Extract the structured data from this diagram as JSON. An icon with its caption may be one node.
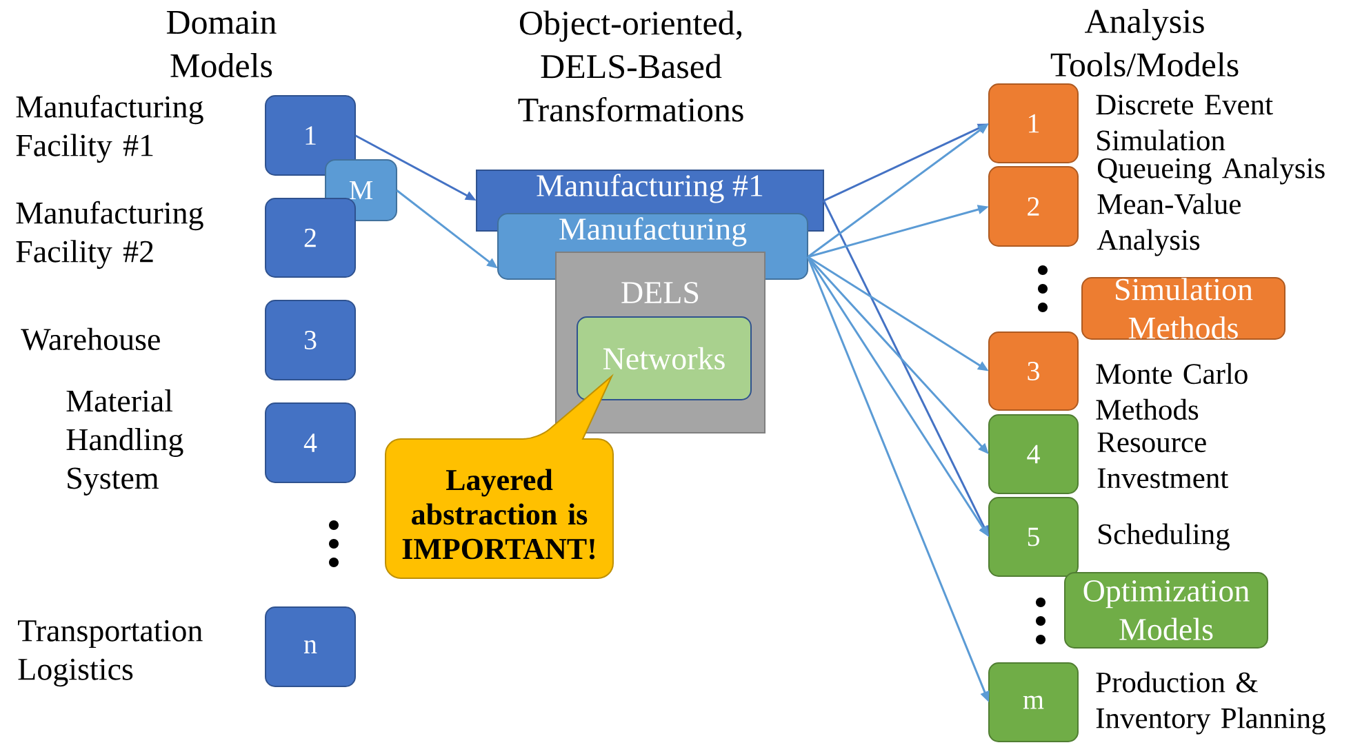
{
  "diagram": {
    "nodes": [
      {
        "text": [
          "1"
        ],
        "beside": [
          "Manufacturing Facility #1"
        ]
      },
      {
        "text": [
          "M"
        ]
      },
      {
        "text": [
          "2"
        ],
        "beside": [
          "Manufacturing Facility #2"
        ]
      },
      {
        "text": [
          "3"
        ],
        "beside": [
          "Warehouse"
        ]
      },
      {
        "text": [
          "4"
        ],
        "beside": [
          "Material Handling System"
        ]
      },
      {
        "text": [
          "n"
        ],
        "beside": [
          "Transportation Logistics"
        ]
      },
      {
        "text": [
          "Manufacturing #1"
        ]
      },
      {
        "text": [
          "Manufacturing"
        ]
      },
      {
        "text": [
          "DELS"
        ]
      },
      {
        "text": [
          "Networks"
        ],
        "in": 8
      },
      {
        "text": [
          "Layered abstraction is IMPORTANT!"
        ]
      },
      {
        "text": [
          "1"
        ],
        "beside": [
          "Discrete Event Simulation"
        ]
      },
      {
        "text": [
          "2"
        ],
        "beside": [
          "Queueing Analysis Mean-Value Analysis"
        ]
      },
      {
        "text": [
          "Simulation Methods"
        ]
      },
      {
        "text": [
          "3"
        ],
        "beside": [
          "Monte Carlo Methods"
        ]
      },
      {
        "text": [
          "4"
        ],
        "beside": [
          "Resource Investment"
        ]
      },
      {
        "text": [
          "5"
        ],
        "beside": [
          "Scheduling"
        ]
      },
      {
        "text": [
          "Optimization Models"
        ]
      },
      {
        "text": [
          "m"
        ],
        "beside": [
          "Production & Inventory Planning"
        ]
      }
    ],
    "edges": [
      {
        "from": 0,
        "to": 6,
        "arrow": "to",
        "color": "#4472c4"
      },
      {
        "from": 1,
        "to": 7,
        "arrow": "to"
      },
      {
        "from": 6,
        "to": 11,
        "arrow": "to",
        "color": "#4472c4"
      },
      {
        "from": 6,
        "to": 16,
        "arrow": "to",
        "color": "#4472c4"
      },
      {
        "from": 7,
        "to": 11,
        "arrow": "to"
      },
      {
        "from": 7,
        "to": 12,
        "arrow": "to"
      },
      {
        "from": 7,
        "to": 14,
        "arrow": "to"
      },
      {
        "from": 7,
        "to": 15,
        "arrow": "to"
      },
      {
        "from": 7,
        "to": 16,
        "arrow": "to"
      },
      {
        "from": 7,
        "to": 18,
        "arrow": "to"
      }
    ],
    "labels": [
      "Domain Models",
      "Object-oriented, DELS-Based Transformations",
      "Analysis Tools/Models"
    ]
  }
}
